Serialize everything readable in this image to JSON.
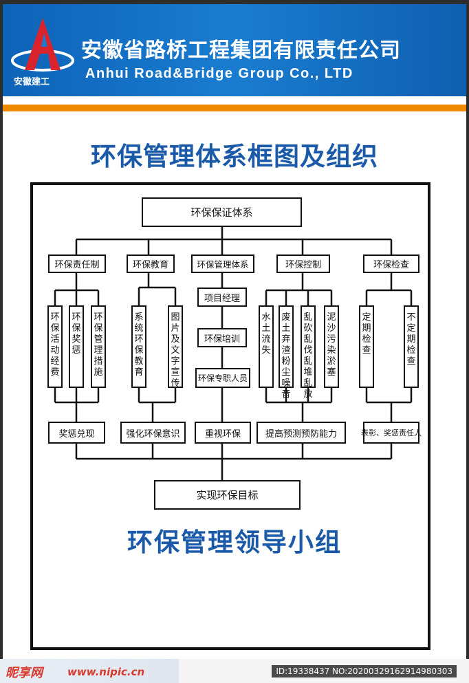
{
  "header": {
    "logo_text": "安徽建工",
    "company_cn": "安徽省路桥工程集团有限责任公司",
    "company_en": "Anhui Road&Bridge Group Co., LTD"
  },
  "title": "环保管理体系框图及组织",
  "org": {
    "root": "环保保证体系",
    "branches": [
      "环保责任制",
      "环保教育",
      "环保管理体系",
      "环保控制",
      "环保检查"
    ],
    "responsibility_items": [
      "环保活动经费",
      "环保奖惩",
      "环保管理措施"
    ],
    "education_items": [
      "系统环保教育",
      "图片及文字宣传"
    ],
    "management_items": [
      "项目经理",
      "环保培训",
      "环保专职人员"
    ],
    "control_items": [
      "水土流失",
      "废土弃渣粉尘噪音",
      "乱砍乱伐乱堆乱放",
      "泥沙污染淤塞"
    ],
    "inspection_items": [
      "定期检查",
      "不定期检查"
    ],
    "results": [
      "奖惩兑现",
      "强化环保意识",
      "重视环保",
      "提高预测预防能力",
      "表彰、奖惩责任人"
    ],
    "goal": "实现环保目标"
  },
  "subtitle": "环保管理领导小组",
  "footer": {
    "brand": "昵享网",
    "url": "www.nipic.cn",
    "id": "ID:19338437 NO:20200329162914980303"
  },
  "colors": {
    "header_blue": "#1a7cd0",
    "accent_orange": "#f08a00",
    "title_blue": "#1a5aa8"
  }
}
